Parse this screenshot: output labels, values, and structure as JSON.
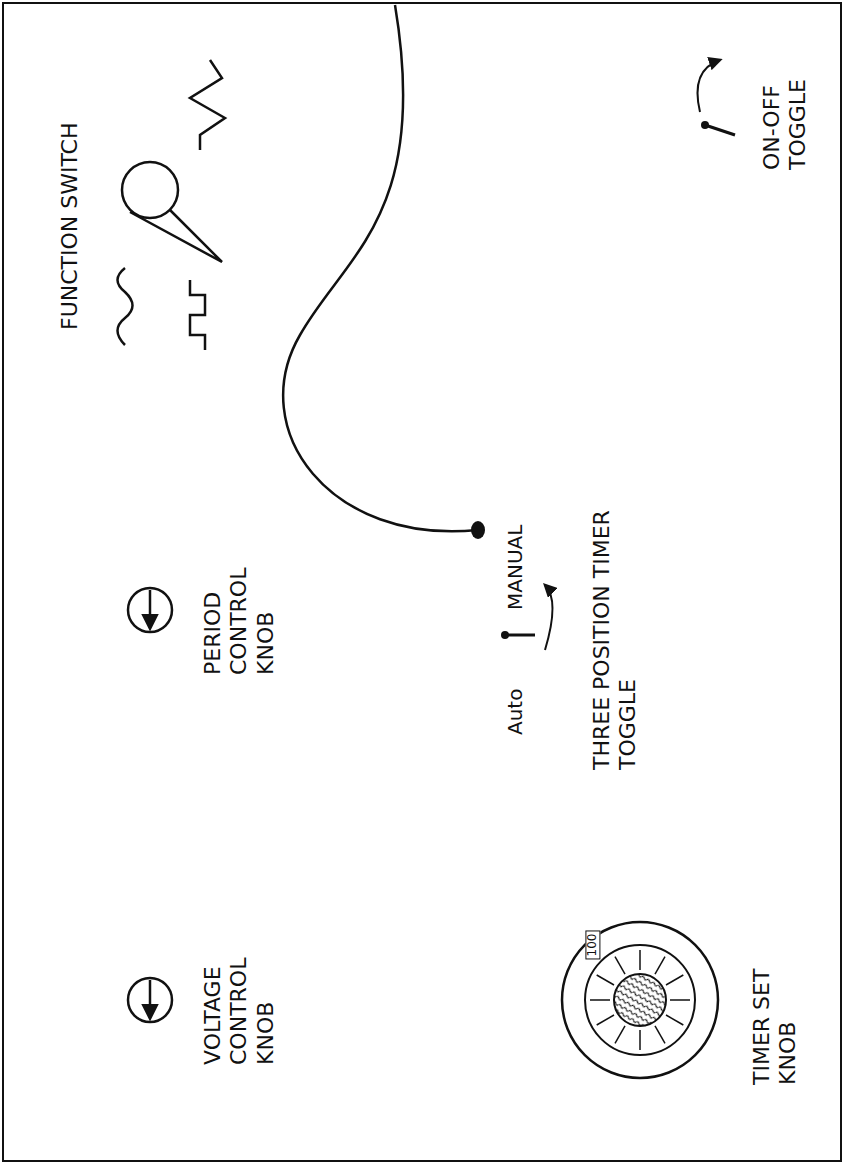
{
  "diagram": {
    "labels": [
      "FUNCTION SWITCH",
      "ON-OFF TOGGLE",
      "PERIOD CONTROL KNOB",
      "MANUAL",
      "Auto",
      "THREE POSITION TIMER TOGGLE",
      "VOLTAGE CONTROL KNOB",
      "TIMER SET KNOB",
      "100"
    ]
  }
}
